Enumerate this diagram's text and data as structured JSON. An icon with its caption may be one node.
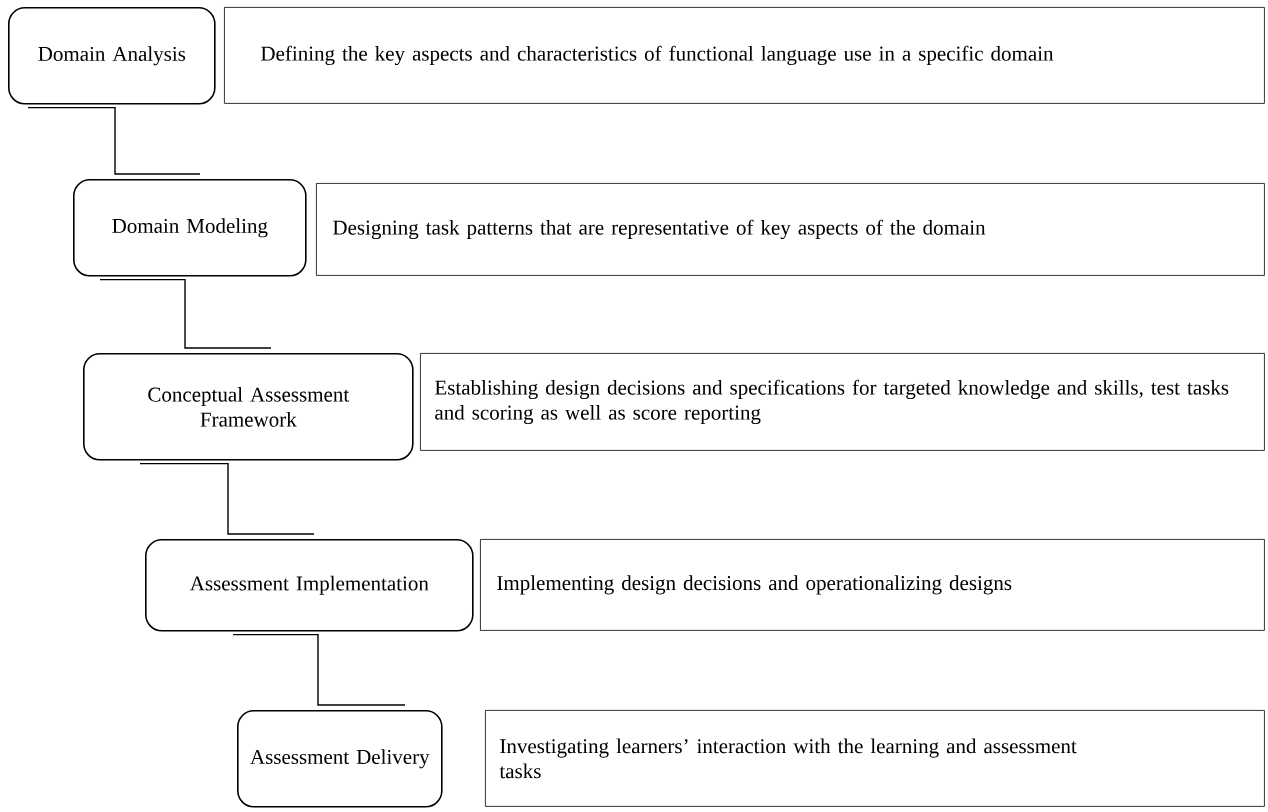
{
  "diagram": {
    "nodes": [
      {
        "text": [
          "Domain Analysis"
        ]
      },
      {
        "text": [
          "Defining the key aspects and characteristics of functional language use in a specific domain"
        ]
      },
      {
        "text": [
          "Domain Modeling"
        ]
      },
      {
        "text": [
          "Designing task patterns that are representative of key aspects of the domain"
        ]
      },
      {
        "text": [
          "Conceptual Assessment Framework"
        ]
      },
      {
        "text": [
          "Establishing design decisions and specifications for targeted knowledge and skills, test tasks and scoring as well as score reporting"
        ]
      },
      {
        "text": [
          "Assessment Implementation"
        ]
      },
      {
        "text": [
          "Implementing design decisions and operationalizing designs"
        ]
      },
      {
        "text": [
          "Assessment Delivery"
        ]
      },
      {
        "text": [
          "Investigating learners’ interaction with the learning and assessment tasks"
        ]
      }
    ],
    "edges": [
      {
        "from": 0,
        "to": 2,
        "arrow": "none"
      },
      {
        "from": 2,
        "to": 4,
        "arrow": "none"
      },
      {
        "from": 4,
        "to": 6,
        "arrow": "none"
      },
      {
        "from": 6,
        "to": 8,
        "arrow": "none"
      }
    ]
  }
}
